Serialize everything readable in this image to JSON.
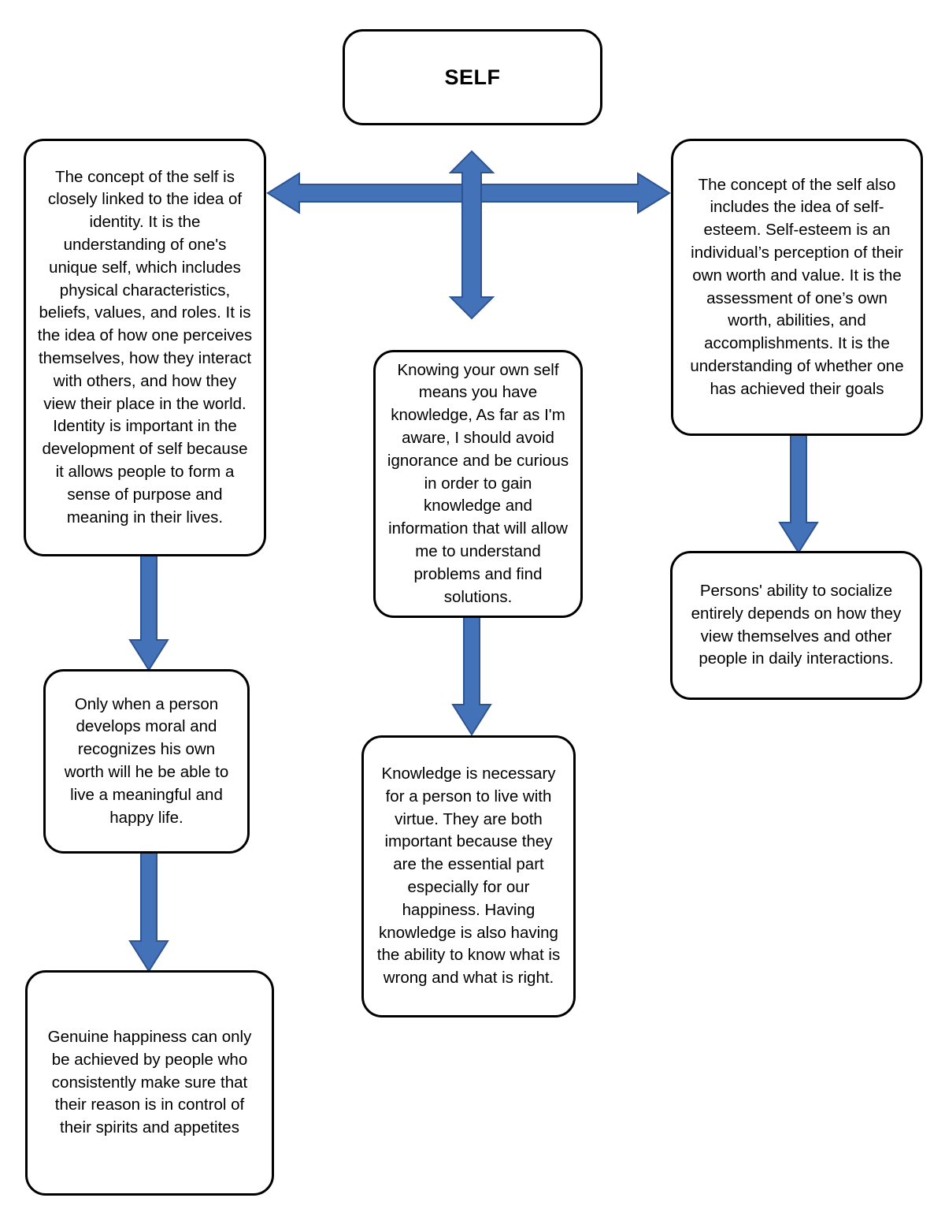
{
  "diagram": {
    "title": "SELF",
    "theme": {
      "arrow_fill": "#4472B8",
      "arrow_stroke": "#2E5391",
      "box_border": "#000000",
      "box_fill": "#ffffff",
      "text_color": "#000000"
    },
    "nodes": {
      "root": {
        "label": "SELF"
      },
      "left_top": {
        "label": "The concept of the self is closely linked to the idea of identity. It is the understanding of one's unique self, which includes physical characteristics, beliefs, values, and roles. It is the idea of how one perceives themselves, how they interact with others, and how they view their place in the world. Identity is important in the development of self because it allows people to form a sense of purpose and meaning in their lives."
      },
      "left_mid": {
        "label": "Only when a person develops moral and recognizes his own worth will he be able to live a meaningful and happy life."
      },
      "left_bottom": {
        "label": "Genuine happiness can only be achieved by people who consistently make sure that their reason is in control of their spirits and appetites"
      },
      "center_top": {
        "label": "Knowing your own self means you have knowledge, As far as I'm aware, I should avoid ignorance and be curious in order to gain knowledge and information that will allow me to understand problems and find solutions."
      },
      "center_bottom": {
        "label": "Knowledge is necessary for a person to live with virtue. They are both important because they are the essential part especially for our happiness. Having knowledge is also having the ability to know what is wrong and what is right."
      },
      "right_top": {
        "label": "The concept of the self also includes the idea of self-esteem. Self-esteem is an individual’s perception of their own worth and value. It is the assessment of one’s own worth, abilities, and accomplishments. It is the understanding of whether one has achieved their goals"
      },
      "right_bottom": {
        "label": "Persons' ability to socialize entirely depends on how they view themselves and other people in daily interactions."
      }
    },
    "connectors": [
      {
        "name": "horizontal-double-arrow",
        "direction": "both-horizontal",
        "from": "left_top",
        "to": "right_top"
      },
      {
        "name": "vertical-double-arrow",
        "direction": "both-vertical",
        "from": "root",
        "to": "center_top"
      },
      {
        "name": "left-top-to-left-mid-arrow",
        "direction": "down",
        "from": "left_top",
        "to": "left_mid"
      },
      {
        "name": "left-mid-to-left-bottom-arrow",
        "direction": "down",
        "from": "left_mid",
        "to": "left_bottom"
      },
      {
        "name": "center-top-to-center-bottom-arrow",
        "direction": "down",
        "from": "center_top",
        "to": "center_bottom"
      },
      {
        "name": "right-top-to-right-bottom-arrow",
        "direction": "down",
        "from": "right_top",
        "to": "right_bottom"
      }
    ]
  }
}
